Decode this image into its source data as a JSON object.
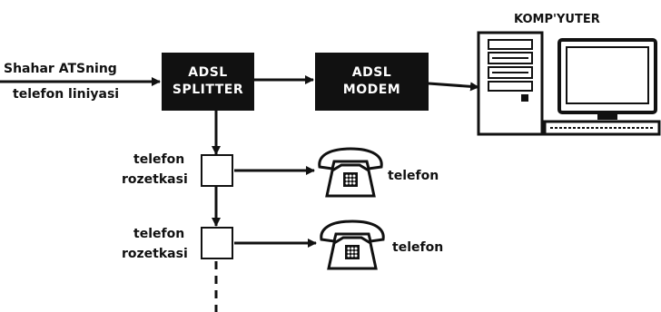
{
  "title": "KOMP'YUTER",
  "line": {
    "label_line1": "Shahar ATSning",
    "label_line2": "telefon liniyasi"
  },
  "splitter": {
    "line1": "ADSL",
    "line2": "SPLITTER"
  },
  "modem": {
    "line1": "ADSL",
    "line2": "MODEM"
  },
  "outlets": [
    {
      "label_line1": "telefon",
      "label_line2": "rozetkasi",
      "phone_label": "telefon"
    },
    {
      "label_line1": "telefon",
      "label_line2": "rozetkasi",
      "phone_label": "telefon"
    }
  ],
  "icons": {
    "computer": "computer-icon",
    "phone": "telephone-icon"
  },
  "colors": {
    "ink": "#111111",
    "box_fill": "#111111",
    "box_text": "#ffffff",
    "background": "#ffffff"
  }
}
